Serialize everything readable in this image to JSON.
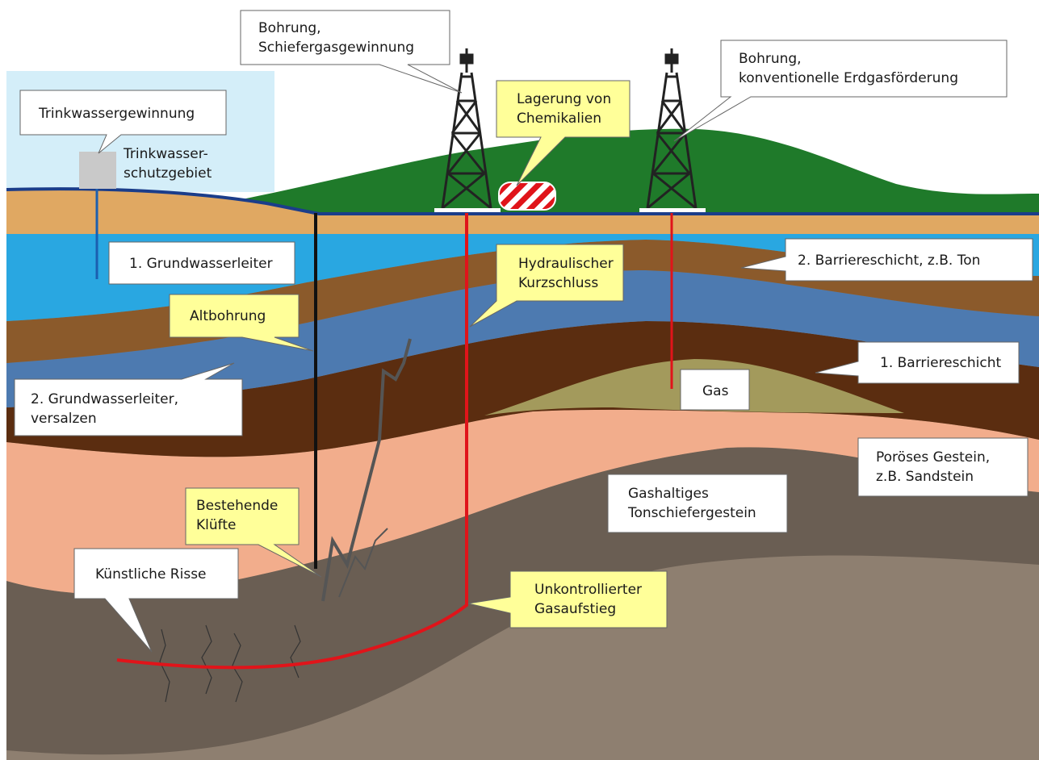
{
  "labels": {
    "trinkwassergewinnung": "Trinkwassergewinnung",
    "schutzgebiet_1": "Trinkwasser-",
    "schutzgebiet_2": "schutzgebiet",
    "bohrung_schiefer_1": "Bohrung,",
    "bohrung_schiefer_2": "Schiefergasgewinnung",
    "bohrung_konv_1": "Bohrung,",
    "bohrung_konv_2": "konventionelle Erdgasförderung",
    "lagerung_1": "Lagerung von",
    "lagerung_2": "Chemikalien",
    "grundwasserleiter_1": "1. Grundwasserleiter",
    "hydraulisch_1": "Hydraulischer",
    "hydraulisch_2": "Kurzschluss",
    "barriere_2": "2. Barriereschicht, z.B. Ton",
    "altbohrung": "Altbohrung",
    "grundwasserleiter_2a": "2. Grundwasserleiter,",
    "grundwasserleiter_2b": "versalzen",
    "barriere_1": "1. Barriereschicht",
    "gas": "Gas",
    "poroeses_1": "Poröses Gestein,",
    "poroeses_2": "z.B. Sandstein",
    "gashaltig_1": "Gashaltiges",
    "gashaltig_2": "Tonschiefergestein",
    "klufte_1": "Bestehende",
    "klufte_2": "Klüfte",
    "risse": "Künstliche Risse",
    "gasaufstieg_1": "Unkontrollierter",
    "gasaufstieg_2": "Gasaufstieg"
  },
  "colors": {
    "sky_protection": "#d4eef9",
    "hill": "#1f7a2a",
    "topsoil": "#e0a862",
    "aquifer1": "#29a7e1",
    "clay_barrier": "#8b5a2b",
    "saline_aquifer": "#4d7ab0",
    "barrier1": "#5b2d10",
    "gas_reservoir": "#a39a5c",
    "porous_rock": "#f2ad8c",
    "shale": "#6a5e53",
    "deep_rock": "#8e7f70",
    "red_well": "#e0141a",
    "callout_yellow": "#ffff99",
    "callout_white": "#ffffff"
  }
}
